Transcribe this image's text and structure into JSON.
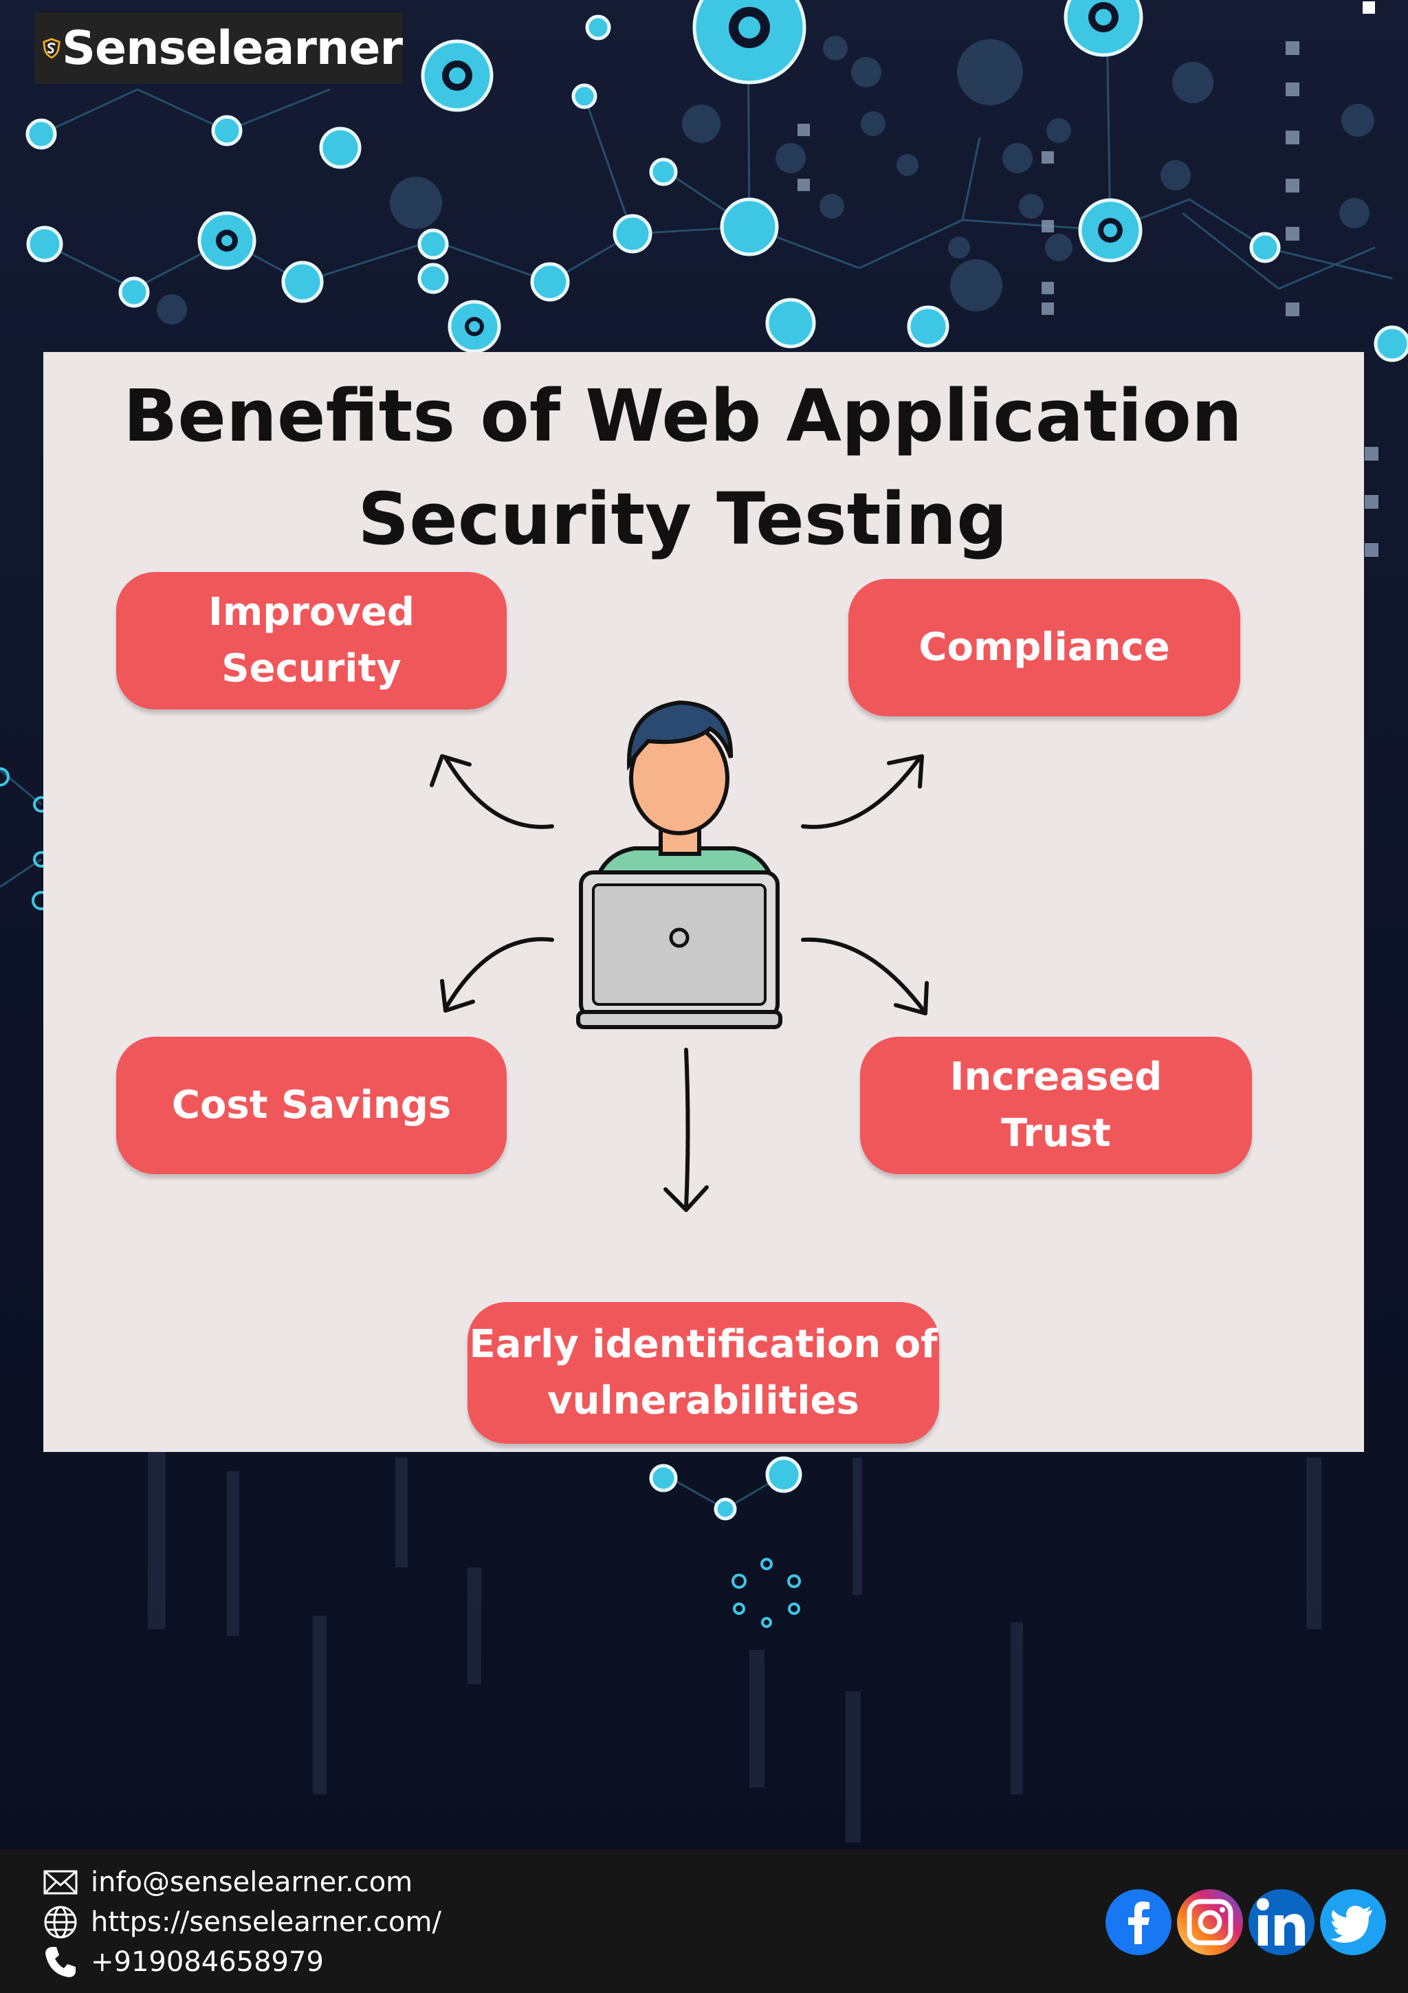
{
  "brand": {
    "name": "Senselearner",
    "logo_icon": "shield-s-icon"
  },
  "infographic": {
    "title_line1": "Benefits of Web Application",
    "title_line2": "Security Testing",
    "center_icon": "person-at-laptop-icon",
    "benefits": [
      {
        "label_line1": "Improved",
        "label_line2": "Security",
        "position": "top-left"
      },
      {
        "label_line1": "Compliance",
        "label_line2": "",
        "position": "top-right"
      },
      {
        "label_line1": "Cost Savings",
        "label_line2": "",
        "position": "bottom-left"
      },
      {
        "label_line1": "Increased",
        "label_line2": "Trust",
        "position": "bottom-right"
      },
      {
        "label_line1": "Early identification of",
        "label_line2": "vulnerabilities",
        "position": "bottom-center"
      }
    ]
  },
  "footer": {
    "email": "info@senselearner.com",
    "website": "https://senselearner.com/",
    "phone": "+919084658979",
    "icons": [
      "mail-icon",
      "globe-icon",
      "phone-icon"
    ],
    "social": [
      {
        "name": "facebook-icon",
        "color": "#1877f2"
      },
      {
        "name": "instagram-icon",
        "color": "#d62976"
      },
      {
        "name": "linkedin-icon",
        "color": "#0a66c2"
      },
      {
        "name": "twitter-icon",
        "color": "#1da1f2"
      }
    ]
  },
  "colors": {
    "background": "#0e1428",
    "accent_node": "#35c4e0",
    "pill": "#f0575b",
    "panel": "#ece6e7"
  }
}
